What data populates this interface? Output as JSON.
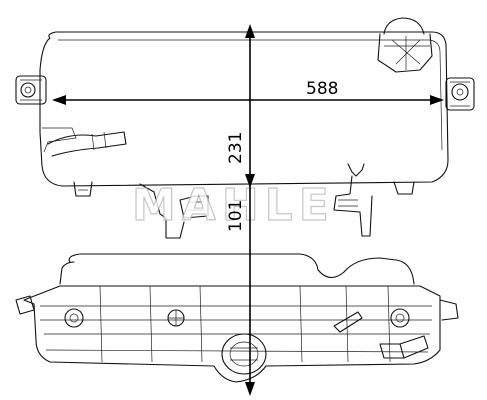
{
  "dimensions": {
    "width": "588",
    "height": "231",
    "depth": "101"
  },
  "watermark": "MAHLE"
}
